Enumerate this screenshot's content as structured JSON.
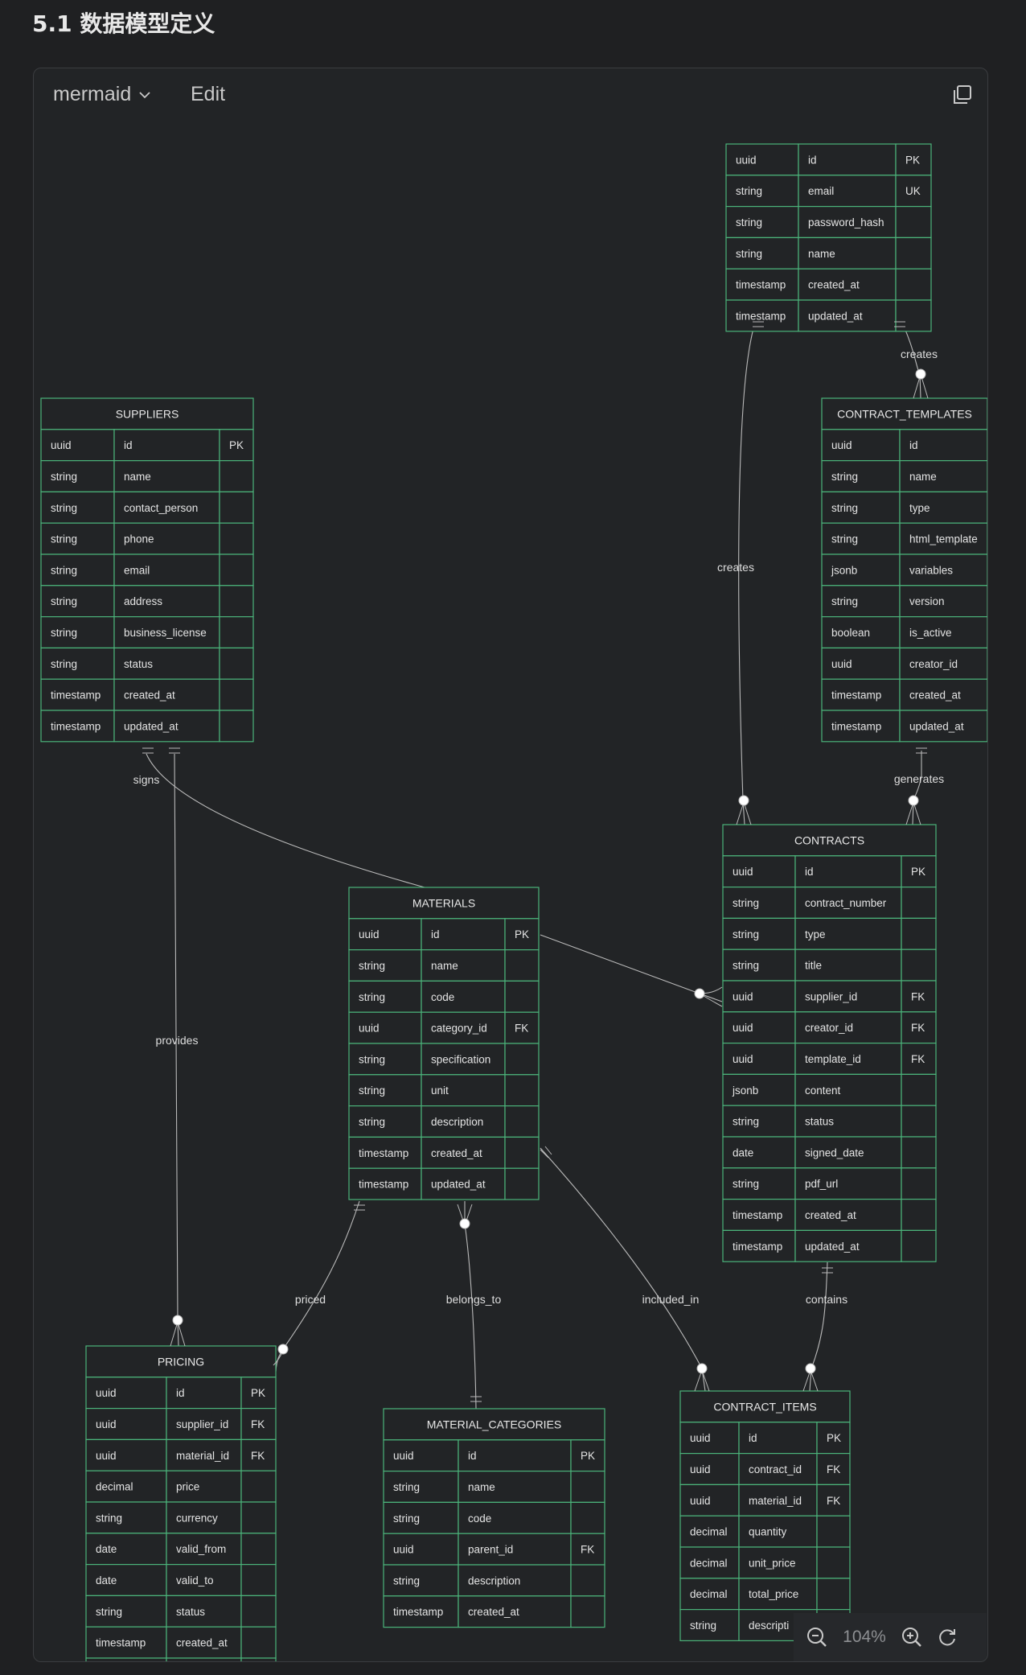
{
  "heading": "5.1 数据模型定义",
  "toolbar": {
    "mermaid_label": "mermaid",
    "edit_label": "Edit",
    "copy_icon": "copy-icon",
    "dropdown_icon": "chevron-down-icon"
  },
  "zoom": {
    "level": "104%",
    "zoom_out_icon": "zoom-out-icon",
    "zoom_in_icon": "zoom-in-icon",
    "reset_icon": "reset-icon"
  },
  "colors": {
    "border": "#4bb37a",
    "line": "#b9b9b9",
    "background": "#222426"
  },
  "entities": [
    {
      "key": "USERS",
      "title": "",
      "rows": [
        [
          "uuid",
          "id",
          "PK"
        ],
        [
          "string",
          "email",
          "UK"
        ],
        [
          "string",
          "password_hash",
          ""
        ],
        [
          "string",
          "name",
          ""
        ],
        [
          "timestamp",
          "created_at",
          ""
        ],
        [
          "timestamp",
          "updated_at",
          ""
        ]
      ]
    },
    {
      "key": "SUPPLIERS",
      "title": "SUPPLIERS",
      "rows": [
        [
          "uuid",
          "id",
          "PK"
        ],
        [
          "string",
          "name",
          ""
        ],
        [
          "string",
          "contact_person",
          ""
        ],
        [
          "string",
          "phone",
          ""
        ],
        [
          "string",
          "email",
          ""
        ],
        [
          "string",
          "address",
          ""
        ],
        [
          "string",
          "business_license",
          ""
        ],
        [
          "string",
          "status",
          ""
        ],
        [
          "timestamp",
          "created_at",
          ""
        ],
        [
          "timestamp",
          "updated_at",
          ""
        ]
      ]
    },
    {
      "key": "CONTRACT_TEMPLATES",
      "title": "CONTRACT_TEMPLATES",
      "rows": [
        [
          "uuid",
          "id",
          ""
        ],
        [
          "string",
          "name",
          ""
        ],
        [
          "string",
          "type",
          ""
        ],
        [
          "string",
          "html_template",
          ""
        ],
        [
          "jsonb",
          "variables",
          ""
        ],
        [
          "string",
          "version",
          ""
        ],
        [
          "boolean",
          "is_active",
          ""
        ],
        [
          "uuid",
          "creator_id",
          ""
        ],
        [
          "timestamp",
          "created_at",
          ""
        ],
        [
          "timestamp",
          "updated_at",
          ""
        ]
      ]
    },
    {
      "key": "CONTRACTS",
      "title": "CONTRACTS",
      "rows": [
        [
          "uuid",
          "id",
          "PK"
        ],
        [
          "string",
          "contract_number",
          ""
        ],
        [
          "string",
          "type",
          ""
        ],
        [
          "string",
          "title",
          ""
        ],
        [
          "uuid",
          "supplier_id",
          "FK"
        ],
        [
          "uuid",
          "creator_id",
          "FK"
        ],
        [
          "uuid",
          "template_id",
          "FK"
        ],
        [
          "jsonb",
          "content",
          ""
        ],
        [
          "string",
          "status",
          ""
        ],
        [
          "date",
          "signed_date",
          ""
        ],
        [
          "string",
          "pdf_url",
          ""
        ],
        [
          "timestamp",
          "created_at",
          ""
        ],
        [
          "timestamp",
          "updated_at",
          ""
        ]
      ]
    },
    {
      "key": "MATERIALS",
      "title": "MATERIALS",
      "rows": [
        [
          "uuid",
          "id",
          "PK"
        ],
        [
          "string",
          "name",
          ""
        ],
        [
          "string",
          "code",
          ""
        ],
        [
          "uuid",
          "category_id",
          "FK"
        ],
        [
          "string",
          "specification",
          ""
        ],
        [
          "string",
          "unit",
          ""
        ],
        [
          "string",
          "description",
          ""
        ],
        [
          "timestamp",
          "created_at",
          ""
        ],
        [
          "timestamp",
          "updated_at",
          ""
        ]
      ]
    },
    {
      "key": "PRICING",
      "title": "PRICING",
      "rows": [
        [
          "uuid",
          "id",
          "PK"
        ],
        [
          "uuid",
          "supplier_id",
          "FK"
        ],
        [
          "uuid",
          "material_id",
          "FK"
        ],
        [
          "decimal",
          "price",
          ""
        ],
        [
          "string",
          "currency",
          ""
        ],
        [
          "date",
          "valid_from",
          ""
        ],
        [
          "date",
          "valid_to",
          ""
        ],
        [
          "string",
          "status",
          ""
        ],
        [
          "timestamp",
          "created_at",
          ""
        ],
        [
          "",
          "",
          ""
        ]
      ]
    },
    {
      "key": "MATERIAL_CATEGORIES",
      "title": "MATERIAL_CATEGORIES",
      "rows": [
        [
          "uuid",
          "id",
          "PK"
        ],
        [
          "string",
          "name",
          ""
        ],
        [
          "string",
          "code",
          ""
        ],
        [
          "uuid",
          "parent_id",
          "FK"
        ],
        [
          "string",
          "description",
          ""
        ],
        [
          "timestamp",
          "created_at",
          ""
        ]
      ]
    },
    {
      "key": "CONTRACT_ITEMS",
      "title": "CONTRACT_ITEMS",
      "rows": [
        [
          "uuid",
          "id",
          "PK"
        ],
        [
          "uuid",
          "contract_id",
          "FK"
        ],
        [
          "uuid",
          "material_id",
          "FK"
        ],
        [
          "decimal",
          "quantity",
          ""
        ],
        [
          "decimal",
          "unit_price",
          ""
        ],
        [
          "decimal",
          "total_price",
          ""
        ],
        [
          "string",
          "descripti",
          ""
        ]
      ]
    }
  ],
  "relationships": [
    {
      "label": "creates",
      "from": "USERS",
      "to": "CONTRACT_TEMPLATES"
    },
    {
      "label": "creates",
      "from": "USERS",
      "to": "CONTRACTS"
    },
    {
      "label": "signs",
      "from": "SUPPLIERS",
      "to": "CONTRACTS"
    },
    {
      "label": "generates",
      "from": "CONTRACT_TEMPLATES",
      "to": "CONTRACTS"
    },
    {
      "label": "provides",
      "from": "SUPPLIERS",
      "to": "PRICING"
    },
    {
      "label": "priced",
      "from": "MATERIALS",
      "to": "PRICING"
    },
    {
      "label": "belongs_to",
      "from": "MATERIALS",
      "to": "MATERIAL_CATEGORIES"
    },
    {
      "label": "included_in",
      "from": "MATERIALS",
      "to": "CONTRACT_ITEMS"
    },
    {
      "label": "contains",
      "from": "CONTRACTS",
      "to": "CONTRACT_ITEMS"
    }
  ]
}
